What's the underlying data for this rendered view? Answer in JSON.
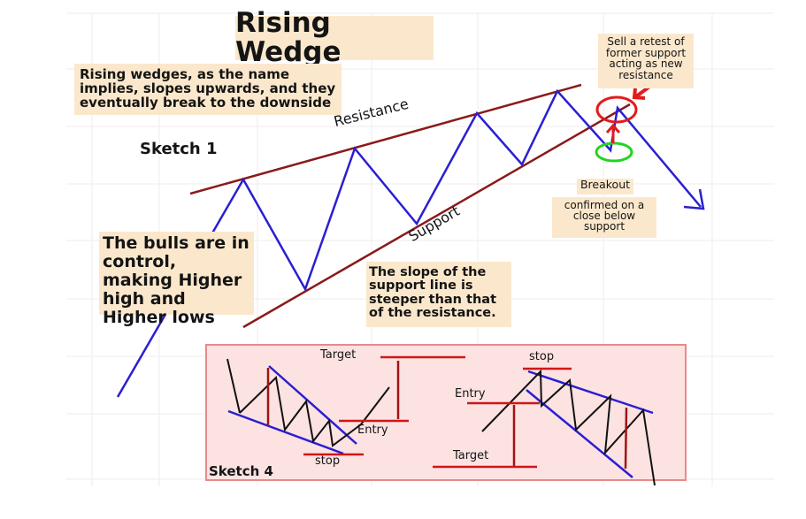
{
  "title": "Rising Wedge",
  "intro_note": "Rising wedges, as the name implies, slopes upwards, and they eventually break to the downside",
  "sketch1_label": "Sketch 1",
  "resistance_label": "Resistance",
  "support_label": "Support",
  "bulls_note": "The bulls are in control, making Higher high and Higher lows",
  "slope_note": "The slope of the support line is steeper than that of the resistance.",
  "sell_note": "Sell a retest of former support acting as new resistance",
  "breakout_title": "Breakout",
  "breakout_note": "confirmed on a close below support",
  "sketch4": {
    "label": "Sketch 4",
    "left": {
      "target": "Target",
      "entry": "Entry",
      "stop": "stop"
    },
    "right": {
      "stop": "stop",
      "entry": "Entry",
      "target": "Target"
    }
  },
  "colors": {
    "note_bg": "#fbe8cc",
    "price_line": "#2b1fd1",
    "trend_line": "#8b1a1a",
    "highlight_red": "#e31b1b",
    "highlight_green": "#22d322",
    "sketch4_bg": "#fde2e2",
    "sketch4_border": "#e78a8a",
    "level_line": "#d01616"
  }
}
